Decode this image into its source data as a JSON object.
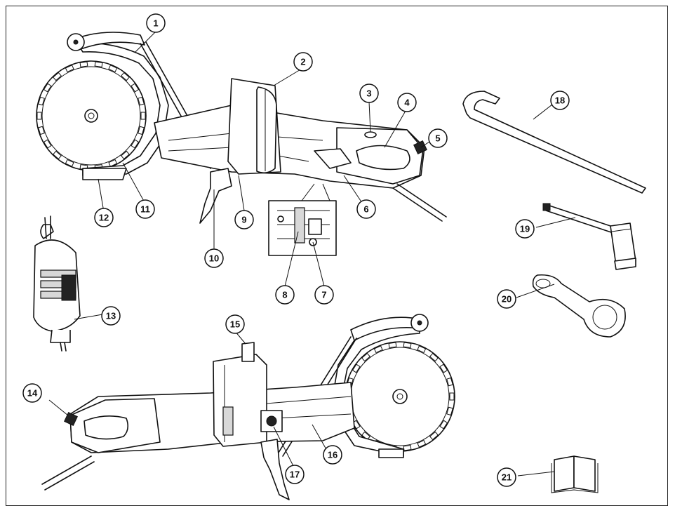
{
  "callouts": [
    {
      "id": 1,
      "label": "1"
    },
    {
      "id": 2,
      "label": "2"
    },
    {
      "id": 3,
      "label": "3"
    },
    {
      "id": 4,
      "label": "4"
    },
    {
      "id": 5,
      "label": "5"
    },
    {
      "id": 6,
      "label": "6"
    },
    {
      "id": 7,
      "label": "7"
    },
    {
      "id": 8,
      "label": "8"
    },
    {
      "id": 9,
      "label": "9"
    },
    {
      "id": 10,
      "label": "10"
    },
    {
      "id": 11,
      "label": "11"
    },
    {
      "id": 12,
      "label": "12"
    },
    {
      "id": 13,
      "label": "13"
    },
    {
      "id": 14,
      "label": "14"
    },
    {
      "id": 15,
      "label": "15"
    },
    {
      "id": 16,
      "label": "16"
    },
    {
      "id": 17,
      "label": "17"
    },
    {
      "id": 18,
      "label": "18"
    },
    {
      "id": 19,
      "label": "19"
    },
    {
      "id": 20,
      "label": "20"
    },
    {
      "id": 21,
      "label": "21"
    }
  ]
}
